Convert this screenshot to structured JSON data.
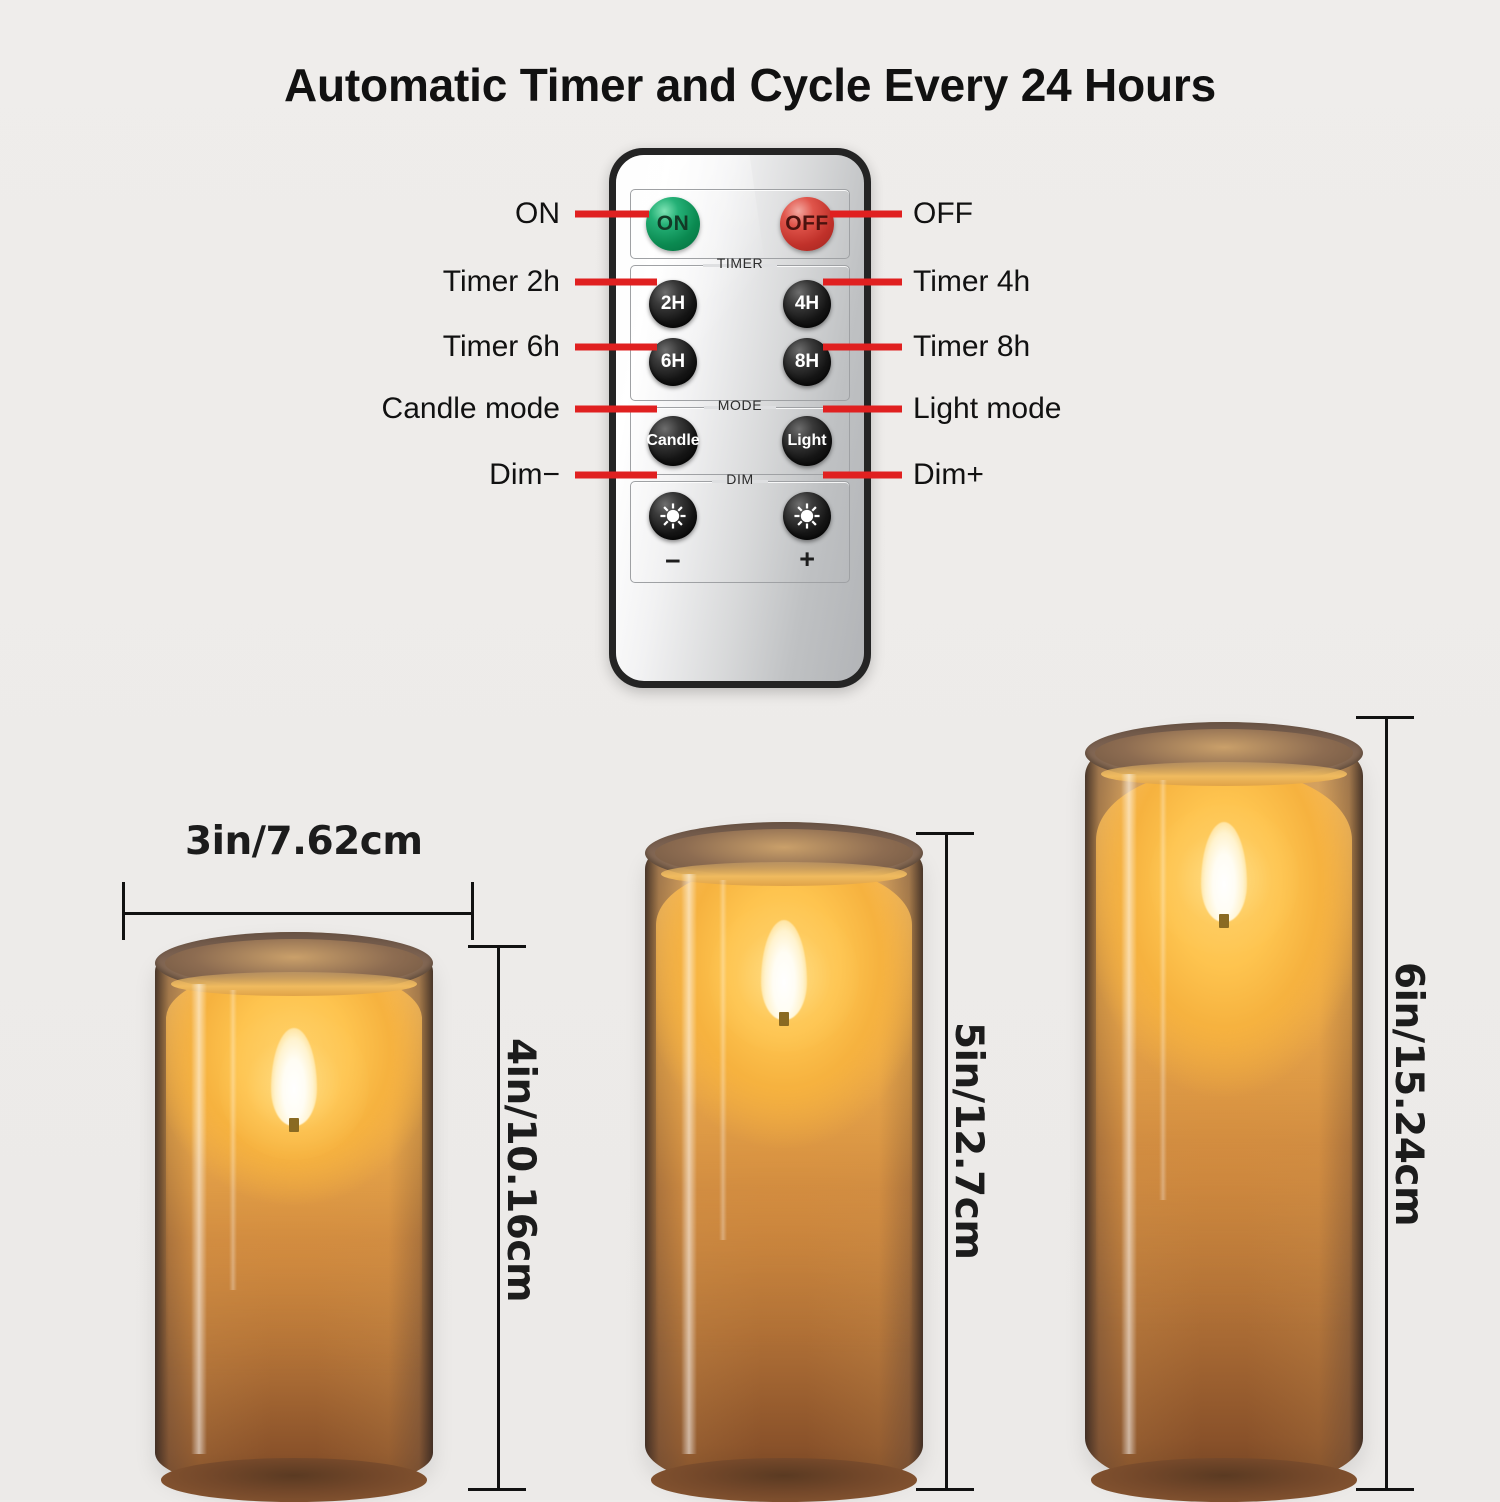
{
  "title": "Automatic Timer and Cycle Every 24 Hours",
  "colors": {
    "background": "#eeecea",
    "leader_line": "#e02020",
    "dimension_line": "#111111",
    "button_on": "#0b8a51",
    "button_off": "#c0312a",
    "button_dark": "#151515",
    "remote_bezel": "#242424",
    "candle_glass": "#6f4122",
    "flame": "#ffffff"
  },
  "remote": {
    "groups": {
      "timer_legend": "TIMER",
      "mode_legend": "MODE",
      "dim_legend": "DIM"
    },
    "buttons": {
      "on": "ON",
      "off": "OFF",
      "timer_2h": "2H",
      "timer_4h": "4H",
      "timer_6h": "6H",
      "timer_8h": "8H",
      "mode_candle": "Candle",
      "mode_light": "Light",
      "dim_minus_symbol": "−",
      "dim_plus_symbol": "+",
      "dim_minus_icon": "sun-brightness-icon",
      "dim_plus_icon": "sun-brightness-icon"
    }
  },
  "callouts": {
    "left": [
      {
        "label": "ON"
      },
      {
        "label": "Timer 2h"
      },
      {
        "label": "Timer 6h"
      },
      {
        "label": "Candle mode"
      },
      {
        "label": "Dim−"
      }
    ],
    "right": [
      {
        "label": "OFF"
      },
      {
        "label": "Timer 4h"
      },
      {
        "label": "Timer 8h"
      },
      {
        "label": "Light mode"
      },
      {
        "label": "Dim+"
      }
    ]
  },
  "candles": [
    {
      "width_label": "3in/7.62cm",
      "height_label": "4in/10.16cm"
    },
    {
      "height_label": "5in/12.7cm"
    },
    {
      "height_label": "6in/15.24cm"
    }
  ]
}
